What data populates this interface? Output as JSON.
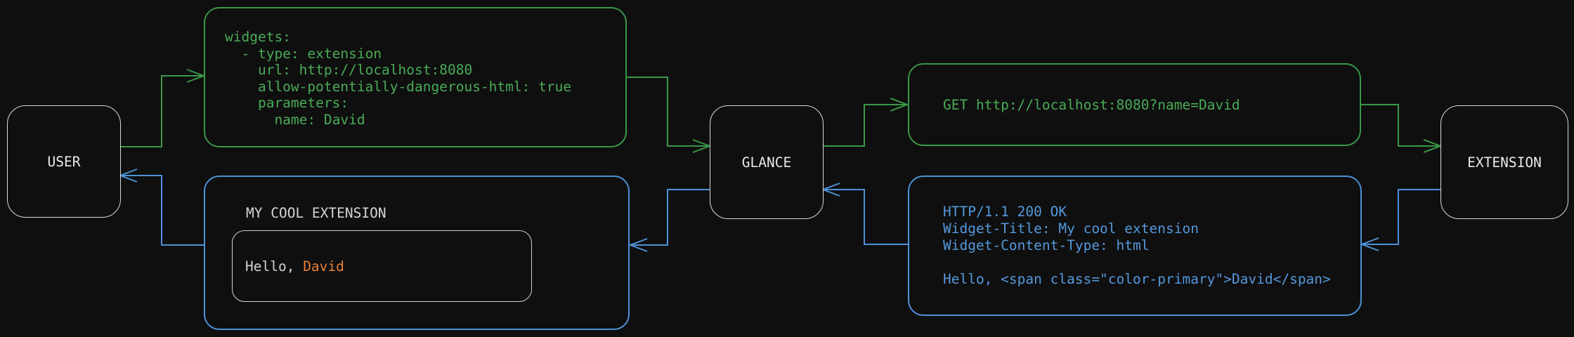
{
  "canvas": {
    "background": "#0f0f0f"
  },
  "colors": {
    "green_line": "#3a9747",
    "green_text": "#4aab57",
    "blue_line": "#4d92d8",
    "blue_text": "#5598dc",
    "node_border": "#d9d9d9",
    "node_text": "#e9e9e9",
    "muted_text": "#d4d4d4",
    "accent_orange": "#e6823a"
  },
  "nodes": [
    {
      "id": "user",
      "label": "USER"
    },
    {
      "id": "glance",
      "label": "GLANCE"
    },
    {
      "id": "extension",
      "label": "EXTENSION"
    }
  ],
  "config_box": {
    "code": "widgets:\n  - type: extension\n    url: http://localhost:8080\n    allow-potentially-dangerous-html: true\n    parameters:\n      name: David"
  },
  "request_box": {
    "code": "GET http://localhost:8080?name=David"
  },
  "response_box": {
    "code": "HTTP/1.1 200 OK\nWidget-Title: My cool extension\nWidget-Content-Type: html\n\nHello, <span class=\"color-primary\">David</span>"
  },
  "widget_preview": {
    "title": "MY COOL EXTENSION",
    "greeting_prefix": "Hello, ",
    "greeting_name": "David"
  }
}
